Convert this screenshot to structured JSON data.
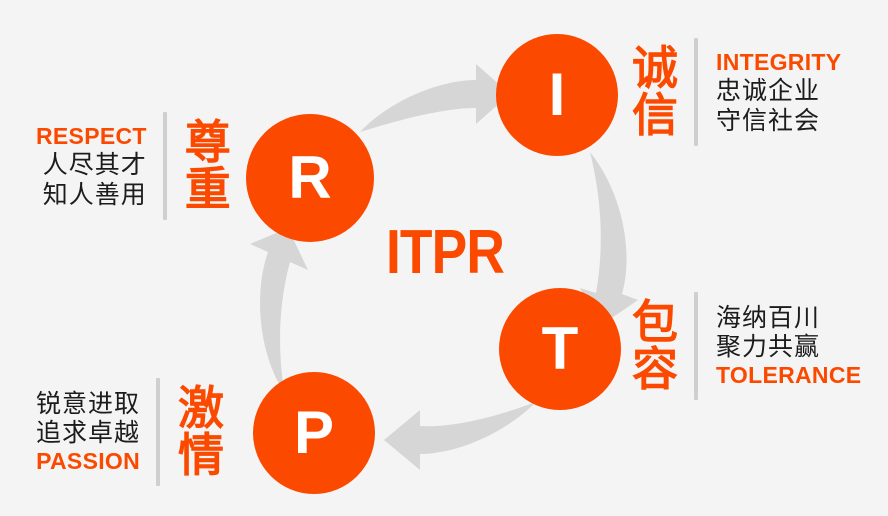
{
  "theme": {
    "background": "#f4f4f4",
    "accent_orange": "#fb4a00",
    "text_dark": "#1c1c1c",
    "divider_gray": "#cfcfcf",
    "arrow_gray": "#d6d6d6"
  },
  "diagram": {
    "center_acronym": "ITPR",
    "nodes": [
      {
        "letter": "R",
        "name": "respect"
      },
      {
        "letter": "I",
        "name": "integrity"
      },
      {
        "letter": "T",
        "name": "tolerance"
      },
      {
        "letter": "P",
        "name": "passion"
      }
    ],
    "arrows": [
      {
        "name": "arrow-r-to-i",
        "direction": "right-up"
      },
      {
        "name": "arrow-i-to-t",
        "direction": "down"
      },
      {
        "name": "arrow-t-to-p",
        "direction": "left"
      },
      {
        "name": "arrow-p-to-r",
        "direction": "up"
      }
    ]
  },
  "values": {
    "respect": {
      "english": "RESPECT",
      "chinese_title": "尊\n重",
      "lines": [
        "人尽其才",
        "知人善用"
      ]
    },
    "integrity": {
      "english": "INTEGRITY",
      "chinese_title": "诚\n信",
      "lines": [
        "忠诚企业",
        "守信社会"
      ]
    },
    "tolerance": {
      "english": "TOLERANCE",
      "chinese_title": "包\n容",
      "lines": [
        "海纳百川",
        "聚力共赢"
      ]
    },
    "passion": {
      "english": "PASSION",
      "chinese_title": "激\n情",
      "lines": [
        "锐意进取",
        "追求卓越"
      ]
    }
  }
}
